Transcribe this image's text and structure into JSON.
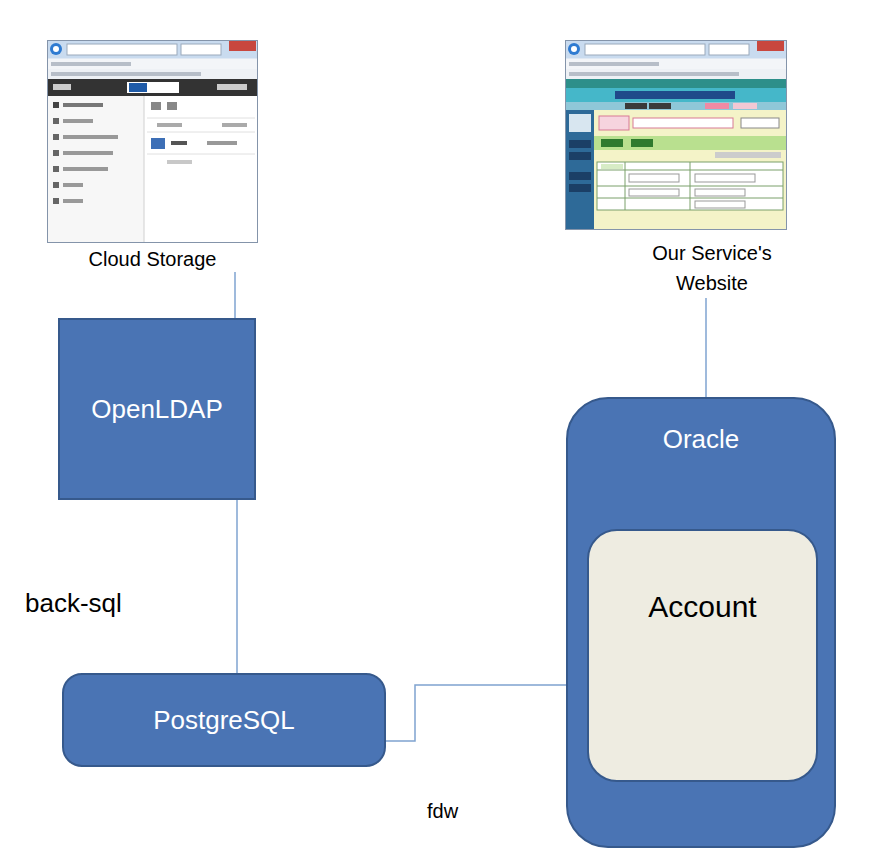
{
  "diagram": {
    "nodes": [
      {
        "text": [
          "Cloud Storage"
        ]
      },
      {
        "text": [
          "Our Service's Website"
        ]
      },
      {
        "text": [
          "OpenLDAP"
        ]
      },
      {
        "text": [
          "Oracle"
        ]
      },
      {
        "text": [
          "Account"
        ],
        "in": 3
      },
      {
        "text": [
          "PostgreSQL"
        ]
      }
    ],
    "edges": [
      {
        "from": 0,
        "to": 2,
        "arrow": "none"
      },
      {
        "from": 1,
        "to": 3,
        "arrow": "none"
      },
      {
        "from": 2,
        "to": 5,
        "arrow": "none",
        "label": "back-sql"
      },
      {
        "from": 5,
        "to": 3,
        "arrow": "none",
        "label": "fdw"
      }
    ]
  }
}
